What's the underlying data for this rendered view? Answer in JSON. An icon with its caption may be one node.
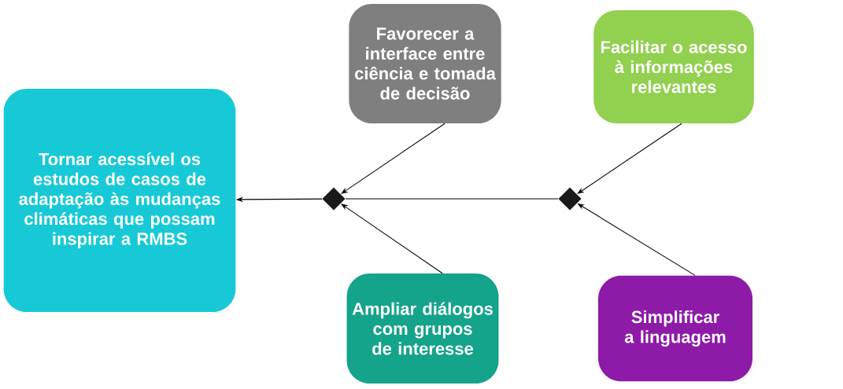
{
  "diagram": {
    "nodes": [
      {
        "text": [
          "Favorecer a interface entre ciência e tomada de decisão"
        ]
      },
      {
        "text": [
          "Facilitar o acesso à informações relevantes"
        ]
      },
      {
        "text": [
          "Tornar acessível os estudos de casos de adaptação às mudanças climáticas que possam inspirar a RMBS"
        ]
      },
      {
        "text": [],
        "shape": "diamond"
      },
      {
        "text": [],
        "shape": "diamond"
      },
      {
        "text": [
          "Ampliar diálogos com grupos de interesse"
        ]
      },
      {
        "text": [
          "Simplificar a linguagem"
        ]
      }
    ],
    "edges": [
      {
        "from": 3,
        "to": 2,
        "arrow": "to"
      },
      {
        "from": 0,
        "to": 3,
        "arrow": "to"
      },
      {
        "from": 5,
        "to": 3,
        "arrow": "to"
      },
      {
        "from": 4,
        "to": 3,
        "arrow": "none"
      },
      {
        "from": 1,
        "to": 4,
        "arrow": "to"
      },
      {
        "from": 6,
        "to": 4,
        "arrow": "to"
      }
    ]
  }
}
